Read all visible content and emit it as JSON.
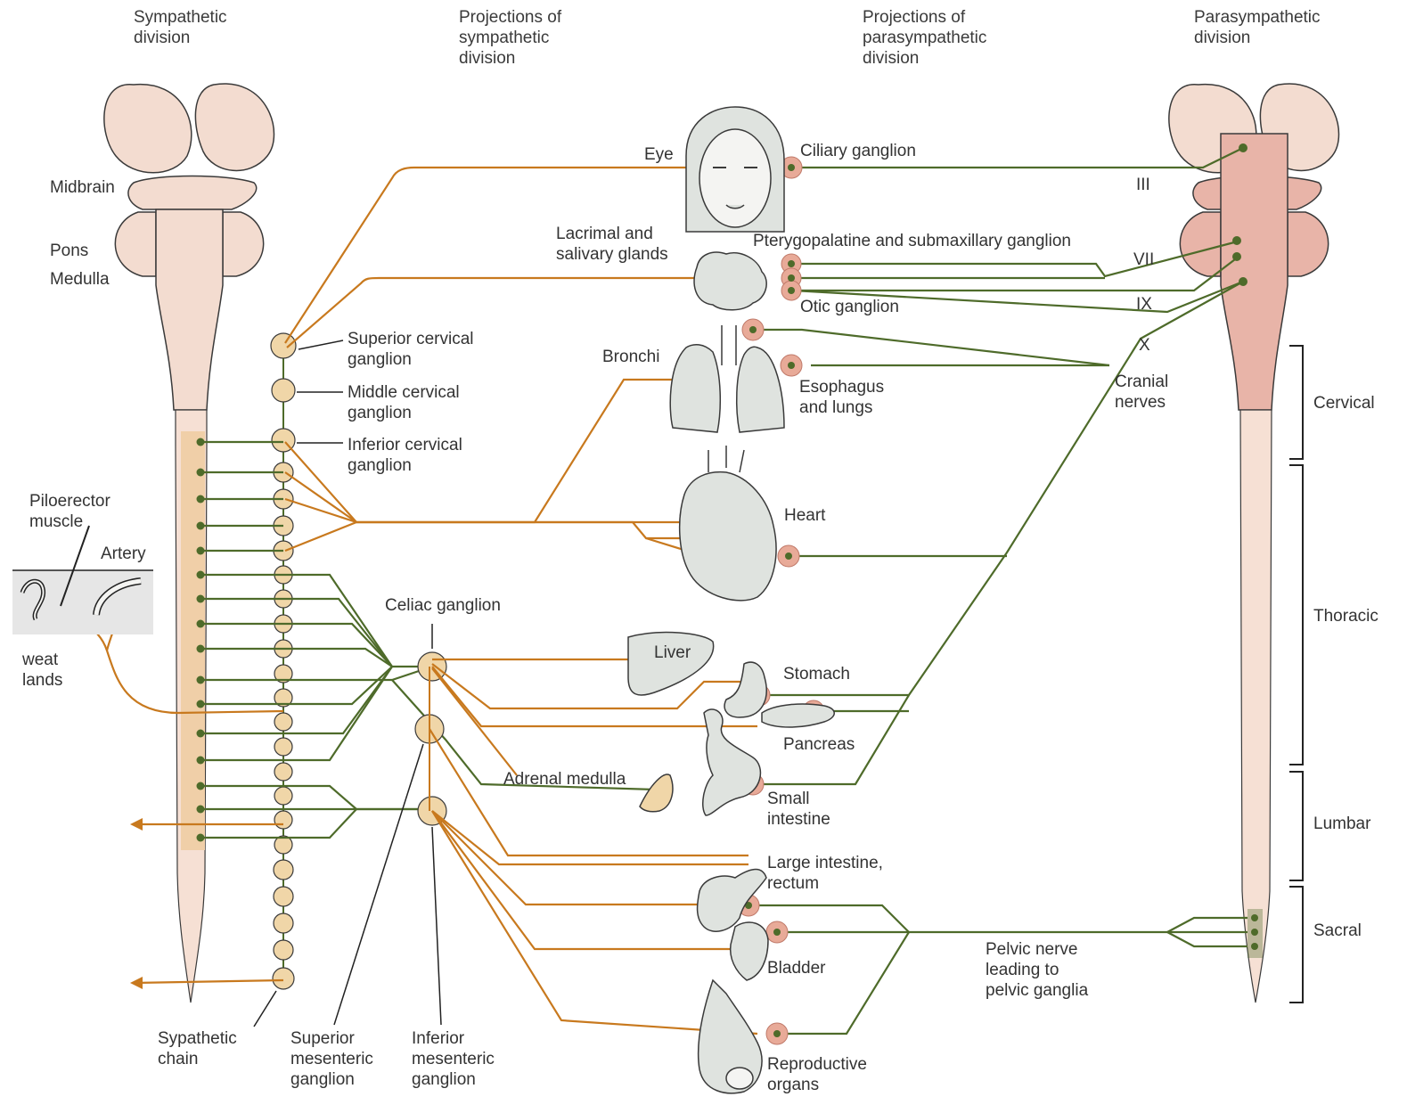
{
  "headers": {
    "sympathetic_division": "Sympathetic\ndivision",
    "projections_sympathetic": "Projections of\nsympathetic\ndivision",
    "projections_parasympathetic": "Projections of\nparasympathetic\ndivision",
    "parasympathetic_division": "Parasympathetic\ndivision"
  },
  "brain_regions": {
    "midbrain": "Midbrain",
    "pons": "Pons",
    "medulla": "Medulla"
  },
  "sympathetic_ganglia": {
    "superior_cervical": "Superior cervical\nganglion",
    "middle_cervical": "Middle cervical\nganglion",
    "inferior_cervical": "Inferior cervical\nganglion",
    "celiac": "Celiac ganglion",
    "chain": "Sypathetic\nchain",
    "superior_mesenteric": "Superior\nmesenteric\nganglion",
    "inferior_mesenteric": "Inferior\nmesenteric\nganglion"
  },
  "skin": {
    "piloerector": "Piloerector\nmuscle",
    "artery": "Artery",
    "sweat_glands": "weat\nlands"
  },
  "organs": {
    "eye": "Eye",
    "lacrimal": "Lacrimal and\nsalivary glands",
    "bronchi": "Bronchi",
    "esophagus_lungs": "Esophagus\nand lungs",
    "heart": "Heart",
    "liver": "Liver",
    "stomach": "Stomach",
    "pancreas": "Pancreas",
    "adrenal_medulla": "Adrenal medulla",
    "small_intestine": "Small\nintestine",
    "large_intestine": "Large intestine,\nrectum",
    "bladder": "Bladder",
    "reproductive": "Reproductive\norgans"
  },
  "parasympathetic": {
    "ciliary": "Ciliary ganglion",
    "pterygopalatine": "Pterygopalatine and submaxillary ganglion",
    "otic": "Otic ganglion",
    "cranial_nerves": "Cranial\nnerves",
    "pelvic_nerve": "Pelvic nerve\nleading to\npelvic ganglia",
    "nerve_III": "III",
    "nerve_VII": "VII",
    "nerve_IX": "IX",
    "nerve_X": "X"
  },
  "spinal_regions": {
    "cervical": "Cervical",
    "thoracic": "Thoracic",
    "lumbar": "Lumbar",
    "sacral": "Sacral"
  },
  "colors": {
    "sympathetic_fiber": "#c8791e",
    "parasympathetic_fiber": "#4e6b2a",
    "brain": "#f3dcd0",
    "brain_parasympathetic": "#e8b4a8",
    "organ_fill": "#dfe3df",
    "ganglion_fill": "#f0d6a8",
    "para_ganglion_fill": "#e8aa98",
    "spinal_segment": "#f0cfa8"
  }
}
